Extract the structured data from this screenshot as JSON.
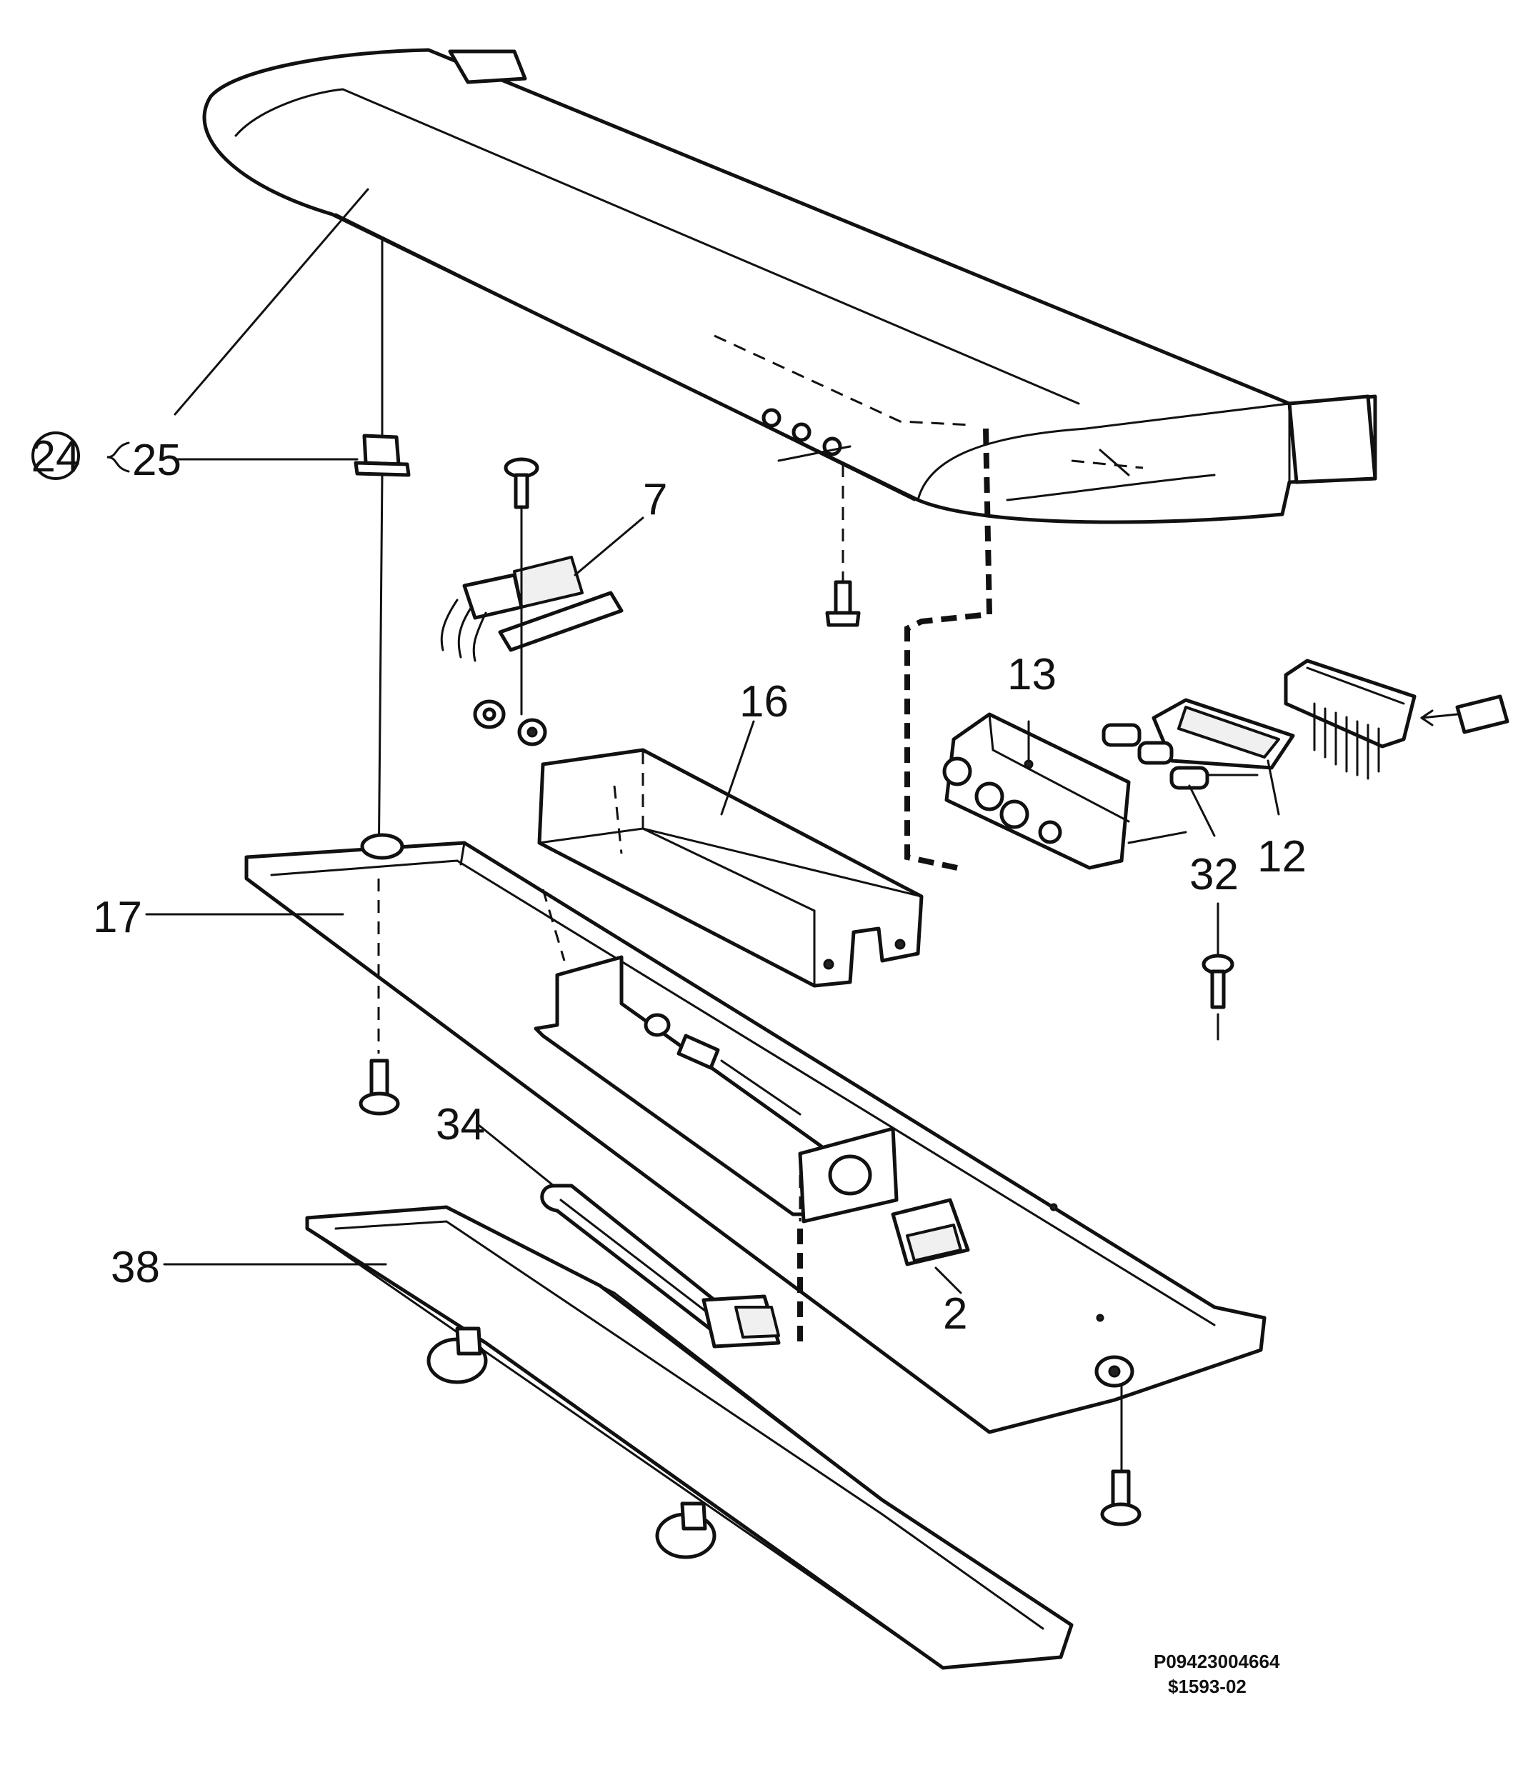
{
  "callouts": {
    "c24": "24",
    "c25": "25",
    "c7": "7",
    "c16": "16",
    "c13": "13",
    "c32": "32",
    "c12": "12",
    "c17": "17",
    "c34": "34",
    "c38": "38",
    "c2": "2"
  },
  "footer": {
    "drawing_number": "P09423004664",
    "revision": "$1593-02"
  }
}
